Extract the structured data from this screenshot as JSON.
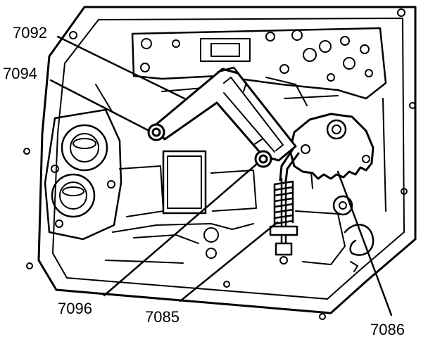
{
  "callouts": [
    {
      "id": "c7092",
      "text": "7092"
    },
    {
      "id": "c7094",
      "text": "7094"
    },
    {
      "id": "c7096",
      "text": "7096"
    },
    {
      "id": "c7085",
      "text": "7085"
    },
    {
      "id": "c7086",
      "text": "7086"
    }
  ]
}
